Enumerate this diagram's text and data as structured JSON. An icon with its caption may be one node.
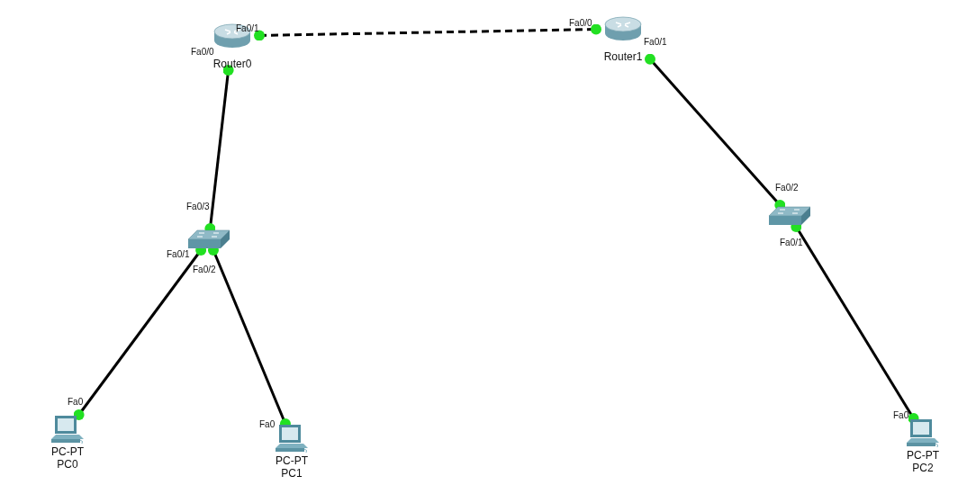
{
  "diagram": {
    "nodes": [
      {
        "text": [
          "Router0"
        ]
      },
      {
        "text": [
          "Router1"
        ]
      },
      {
        "text": [],
        "shape": "picture"
      },
      {
        "text": [],
        "shape": "picture"
      },
      {
        "text": [
          "PC-PT",
          "PC0"
        ]
      },
      {
        "text": [
          "PC-PT",
          "PC1"
        ]
      },
      {
        "text": [
          "PC-PT",
          "PC2"
        ]
      }
    ],
    "edges": [
      {
        "from": 0,
        "to": 1,
        "arrow": "other",
        "style": "dashed"
      },
      {
        "from": 0,
        "to": 2,
        "arrow": "other"
      },
      {
        "from": 1,
        "to": 3,
        "arrow": "other"
      },
      {
        "from": 2,
        "to": 4,
        "arrow": "other"
      },
      {
        "from": 2,
        "to": 5,
        "arrow": "other"
      },
      {
        "from": 3,
        "to": 6,
        "arrow": "other"
      }
    ],
    "labels": [
      "Fa0/1",
      "Fa0/0",
      "Fa0/0",
      "Fa0/1",
      "Fa0/2",
      "Fa0/3",
      "Fa0/1",
      "Fa0/2",
      "Fa0/1",
      "Fa0",
      "Fa0",
      "Fa0"
    ]
  }
}
